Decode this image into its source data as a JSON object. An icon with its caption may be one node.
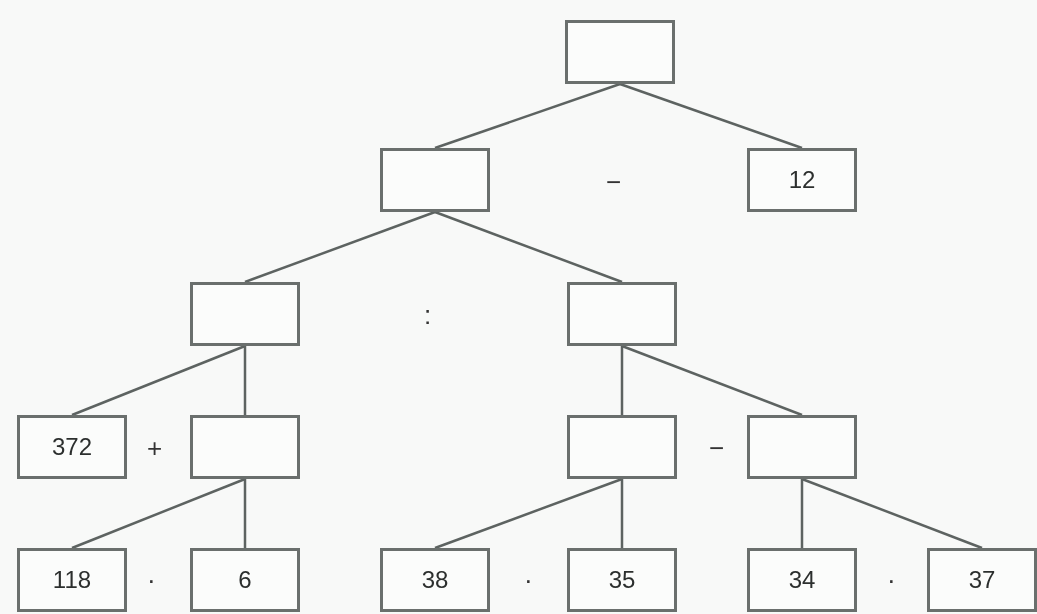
{
  "diagram": {
    "nodes": [
      {
        "text": [],
        "shape": "box"
      },
      {
        "text": [],
        "shape": "box"
      },
      {
        "text": [
          "12"
        ]
      },
      {
        "text": [],
        "shape": "box"
      },
      {
        "text": [],
        "shape": "box"
      },
      {
        "text": [
          "372"
        ]
      },
      {
        "text": [],
        "shape": "box"
      },
      {
        "text": [],
        "shape": "box"
      },
      {
        "text": [],
        "shape": "box"
      },
      {
        "text": [
          "118"
        ]
      },
      {
        "text": [
          "6"
        ]
      },
      {
        "text": [
          "38"
        ]
      },
      {
        "text": [
          "35"
        ]
      },
      {
        "text": [
          "34"
        ]
      },
      {
        "text": [
          "37"
        ]
      }
    ],
    "edges": [
      {
        "from": 0,
        "to": 1,
        "arrow": "none"
      },
      {
        "from": 0,
        "to": 2,
        "arrow": "none"
      },
      {
        "from": 1,
        "to": 3,
        "arrow": "none"
      },
      {
        "from": 1,
        "to": 4,
        "arrow": "none"
      },
      {
        "from": 3,
        "to": 5,
        "arrow": "none"
      },
      {
        "from": 3,
        "to": 6,
        "arrow": "none"
      },
      {
        "from": 4,
        "to": 7,
        "arrow": "none"
      },
      {
        "from": 4,
        "to": 8,
        "arrow": "none"
      },
      {
        "from": 6,
        "to": 9,
        "arrow": "none"
      },
      {
        "from": 6,
        "to": 10,
        "arrow": "none"
      },
      {
        "from": 7,
        "to": 11,
        "arrow": "none"
      },
      {
        "from": 7,
        "to": 12,
        "arrow": "none"
      },
      {
        "from": 8,
        "to": 13,
        "arrow": "none"
      },
      {
        "from": 8,
        "to": 14,
        "arrow": "none"
      }
    ],
    "labels": [
      "−",
      ":",
      "+",
      "−",
      "·",
      "·",
      "·"
    ]
  }
}
